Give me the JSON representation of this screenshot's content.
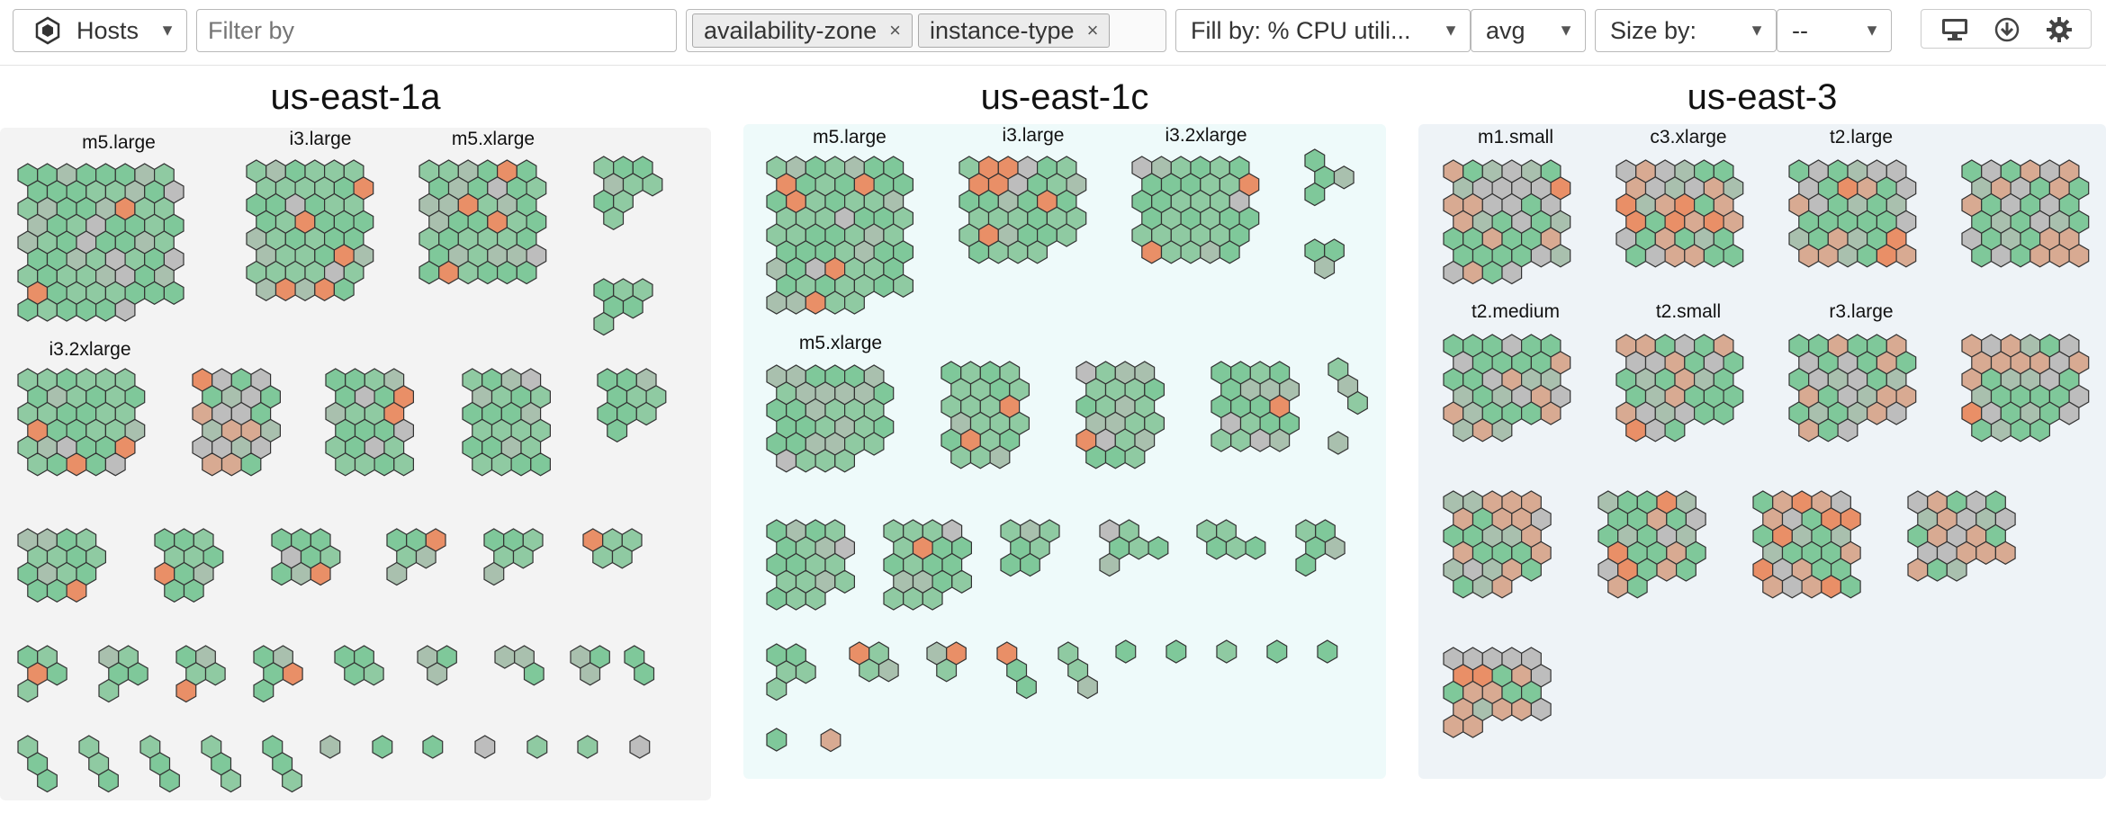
{
  "toolbar": {
    "type_label": "Hosts",
    "filter_placeholder": "Filter by",
    "group_tags": [
      {
        "label": "availability-zone"
      },
      {
        "label": "instance-type"
      }
    ],
    "tag_remove_glyph": "×",
    "fill_by": "Fill by: % CPU utili...",
    "fill_agg": "avg",
    "size_by": "Size by:",
    "size_agg": "--",
    "icons": [
      "hexagon-icon",
      "monitor-icon",
      "download-icon",
      "gear-icon"
    ]
  },
  "zones": [
    {
      "name": "us-east-1a",
      "bg": "#f3f3f3",
      "groups": [
        "m5.large",
        "i3.large",
        "m5.xlarge",
        "",
        "",
        "i3.2xlarge"
      ]
    },
    {
      "name": "us-east-1c",
      "bg": "#eefafa",
      "groups": [
        "m5.large",
        "i3.large",
        "i3.2xlarge",
        "",
        "",
        "m5.xlarge"
      ]
    },
    {
      "name": "us-east-3",
      "bg": "#eef3f7",
      "groups": [
        "m1.small",
        "c3.xlarge",
        "t2.large",
        "",
        "t2.medium",
        "t2.small",
        "r3.large"
      ]
    }
  ],
  "colors": {
    "green": "#7fc89a",
    "green_light": "#8fcaa2",
    "gray_green": "#a9c0ae",
    "gray": "#bdbdbd",
    "salmon": "#d8aa92",
    "orange": "#e98f67",
    "border": "#333333"
  }
}
